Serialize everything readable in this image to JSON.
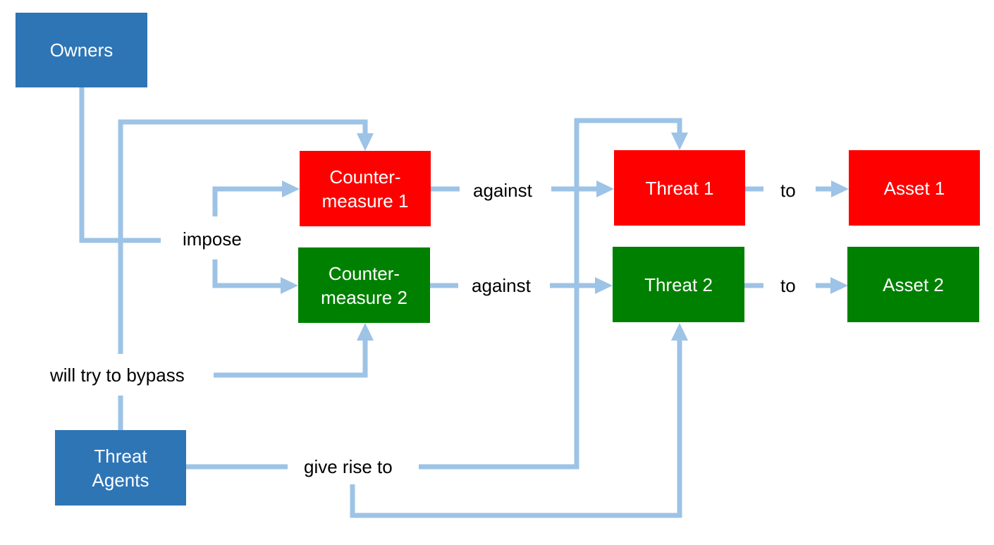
{
  "colors": {
    "connector": "#9dc3e6",
    "actor_box": "#2e75b6",
    "red_box": "#ff0000",
    "green_box": "#008000",
    "box_text": "#ffffff",
    "label_text": "#000000"
  },
  "boxes": {
    "owners": "Owners",
    "threat_agents": "Threat\nAgents",
    "countermeasure_1": "Counter-\nmeasure 1",
    "countermeasure_2": "Counter-\nmeasure 2",
    "threat_1": "Threat 1",
    "threat_2": "Threat 2",
    "asset_1": "Asset 1",
    "asset_2": "Asset 2"
  },
  "labels": {
    "impose": "impose",
    "will_try_to_bypass": "will try to bypass",
    "give_rise_to": "give rise to",
    "against_1": "against",
    "against_2": "against",
    "to_1": "to",
    "to_2": "to"
  }
}
